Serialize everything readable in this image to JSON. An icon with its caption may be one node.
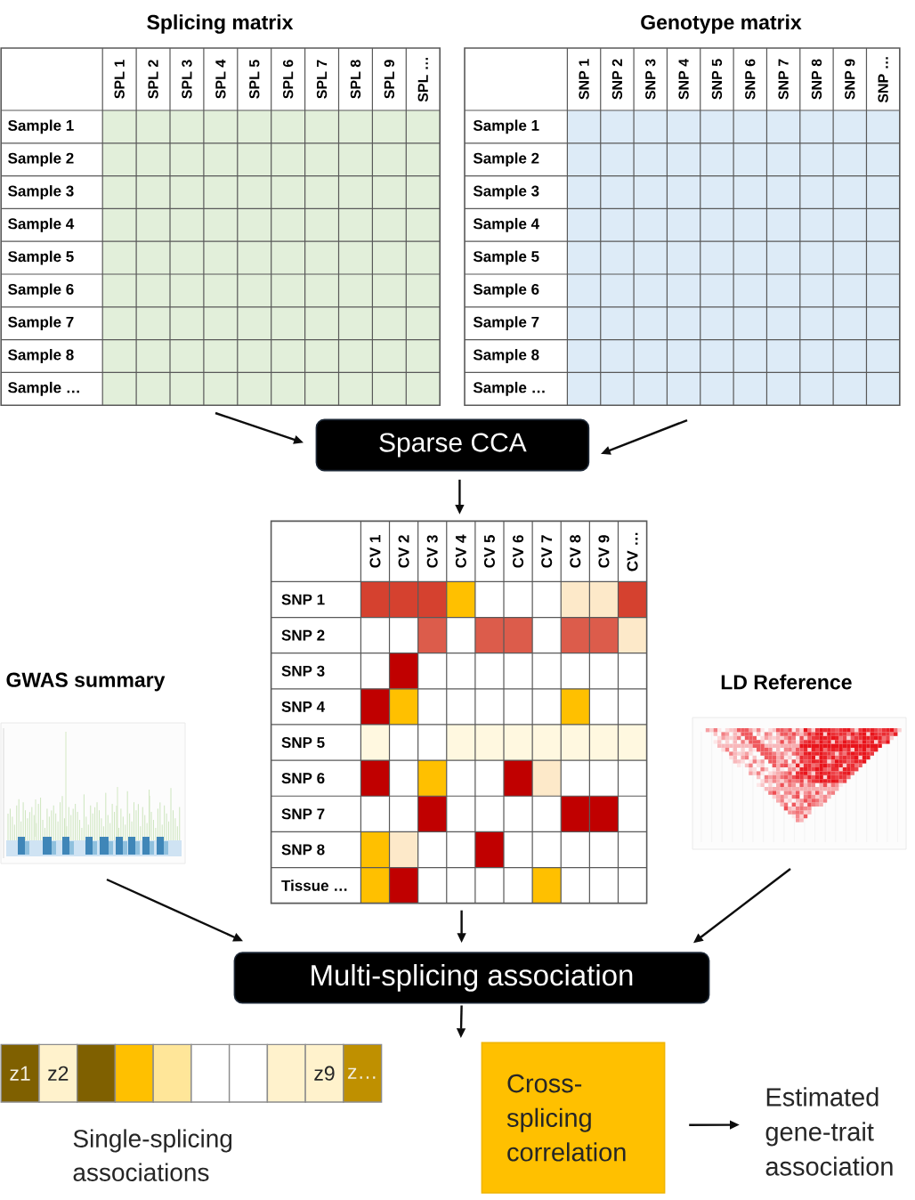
{
  "diagram": {
    "nodes": [
      {
        "text": [
          "Splicing matrix",
          "SPL 1",
          "SPL 2",
          "SPL 3",
          "SPL 4",
          "SPL 5",
          "SPL 6",
          "SPL 7",
          "SPL 8",
          "SPL 9",
          "SPL …",
          "Sample 1",
          "Sample 2",
          "Sample 3",
          "Sample 4",
          "Sample 5",
          "Sample 6",
          "Sample 7",
          "Sample 8",
          "Sample …"
        ]
      },
      {
        "text": [
          "Genotype matrix",
          "SNP 1",
          "SNP 2",
          "SNP 3",
          "SNP 4",
          "SNP 5",
          "SNP 6",
          "SNP 7",
          "SNP 8",
          "SNP 9",
          "SNP …",
          "Sample 1",
          "Sample 2",
          "Sample 3",
          "Sample 4",
          "Sample 5",
          "Sample 6",
          "Sample 7",
          "Sample 8",
          "Sample …"
        ]
      },
      {
        "text": [
          "Sparse CCA"
        ]
      },
      {
        "text": [
          "CV 1",
          "CV 2",
          "CV 3",
          "CV 4",
          "CV 5",
          "CV 6",
          "CV 7",
          "CV 8",
          "CV 9",
          "CV …",
          "SNP 1",
          "SNP 2",
          "SNP 3",
          "SNP 4",
          "SNP 5",
          "SNP 6",
          "SNP 7",
          "SNP 8",
          "Tissue …"
        ]
      },
      {
        "text": [
          "GWAS summary"
        ]
      },
      {
        "text": [
          "LD Reference"
        ]
      },
      {
        "text": [
          "Multi-splicing association"
        ]
      },
      {
        "text": [
          "z1",
          "z2",
          "z9",
          "z…"
        ],
        "beside": [
          "Single-splicing associations"
        ]
      },
      {
        "text": [
          "Cross-splicing correlation"
        ]
      },
      {
        "text": [
          "Estimated gene-trait association"
        ]
      }
    ],
    "edges": [
      {
        "from": 0,
        "to": 2,
        "arrow": "to"
      },
      {
        "from": 1,
        "to": 2,
        "arrow": "to"
      },
      {
        "from": 2,
        "to": 3,
        "arrow": "to"
      },
      {
        "from": 4,
        "to": 6,
        "arrow": "to"
      },
      {
        "from": 3,
        "to": 6,
        "arrow": "to"
      },
      {
        "from": 5,
        "to": 6,
        "arrow": "to"
      },
      {
        "from": 6,
        "to": 8,
        "arrow": "to"
      },
      {
        "from": 8,
        "to": 9,
        "arrow": "to"
      }
    ]
  }
}
